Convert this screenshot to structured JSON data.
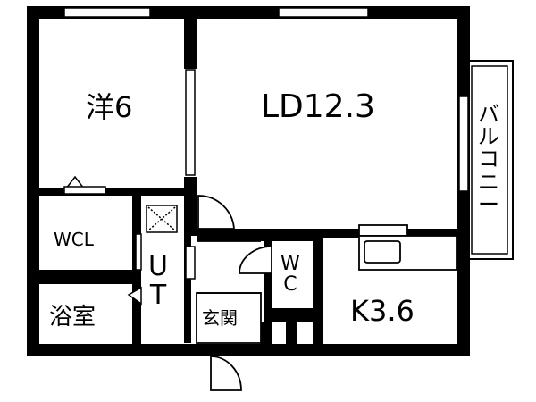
{
  "rooms": {
    "western_room": "洋6",
    "living_dining": "LD12.3",
    "kitchen": "K3.6",
    "walk_in_closet": "WCL",
    "bathroom": "浴室",
    "utility": [
      "U",
      "T"
    ],
    "toilet": [
      "W",
      "C"
    ],
    "entrance": "玄関",
    "balcony": [
      "バ",
      "ル",
      "コ",
      "ニ",
      "ー"
    ]
  }
}
